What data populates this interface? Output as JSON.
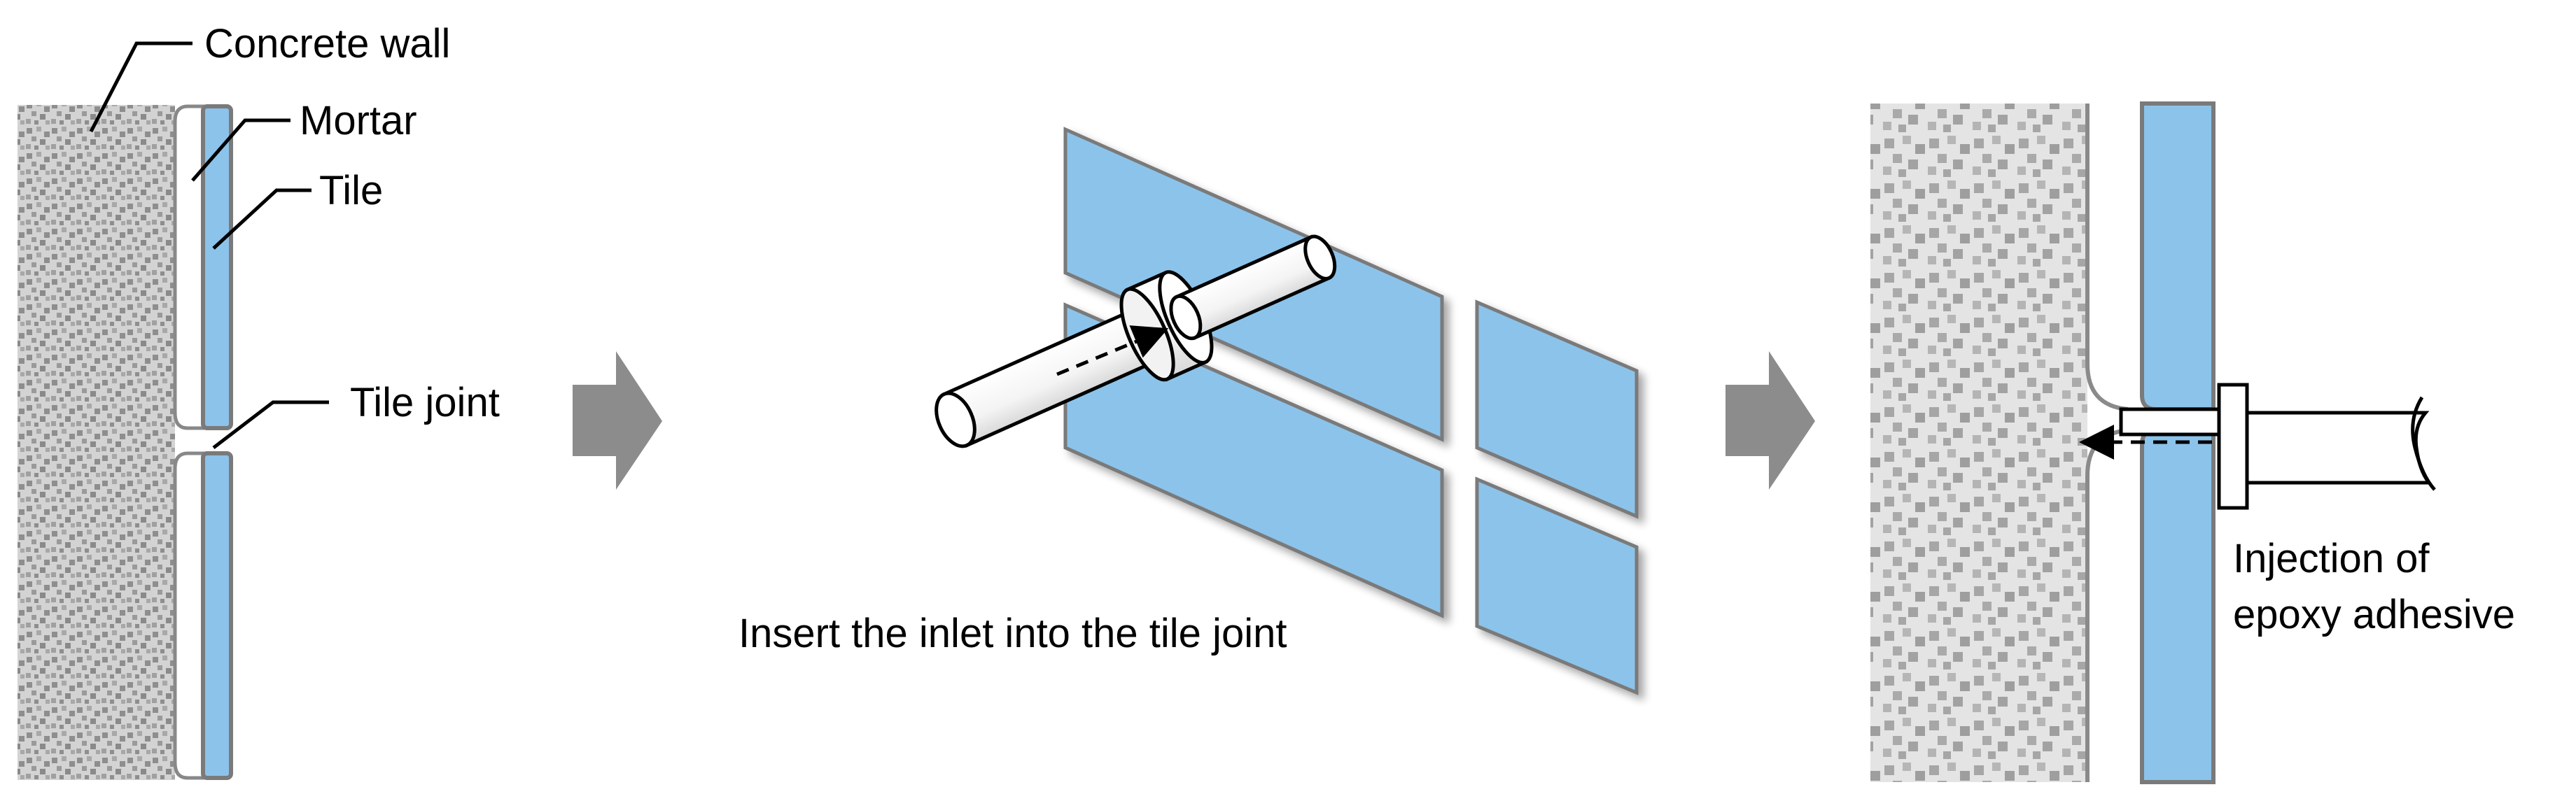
{
  "panel_left": {
    "labels": {
      "concrete_wall": "Concrete wall",
      "mortar": "Mortar",
      "tile": "Tile",
      "tile_joint": "Tile joint"
    }
  },
  "panel_middle": {
    "caption": "Insert the inlet into the tile joint"
  },
  "panel_right": {
    "caption_line1": "Injection of",
    "caption_line2": "epoxy adhesive"
  },
  "colors": {
    "tile": "#8CC3EA",
    "tile_edge": "#7A7A7A",
    "concrete_bg": "#D2D2D2",
    "concrete_fleck": "#8E8E8E",
    "step_arrow": "#8C8C8C"
  },
  "icons": [
    "step-arrow-icon",
    "injection-inlet-icon",
    "dashed-arrow-icon"
  ]
}
